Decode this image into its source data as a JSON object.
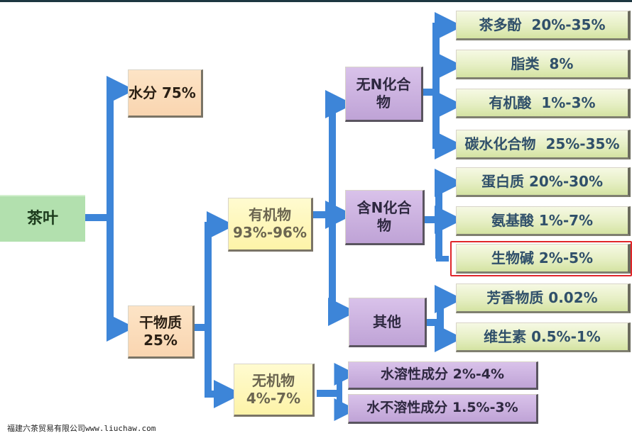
{
  "diagram": {
    "root": {
      "label": "茶叶"
    },
    "level1": {
      "water": {
        "label": "水分 75%"
      },
      "dry": {
        "label_line1": "干物质",
        "label_line2": "25%"
      }
    },
    "level2": {
      "organic": {
        "label_line1": "有机物",
        "label_line2": "93%-96%"
      },
      "inorganic": {
        "label_line1": "无机物",
        "label_line2": "4%-7%"
      }
    },
    "level3": {
      "non_n": {
        "label_line1": "无N化合",
        "label_line2": "物"
      },
      "n": {
        "label_line1": "含N化合",
        "label_line2": "物"
      },
      "other": {
        "label": "其他"
      }
    },
    "leaves": {
      "non_n": [
        {
          "label": "茶多酚  20%-35%"
        },
        {
          "label": "脂类  8%"
        },
        {
          "label": "有机酸  1%-3%"
        },
        {
          "label": "碳水化合物  25%-35%"
        }
      ],
      "n": [
        {
          "label": "蛋白质 20%-30%"
        },
        {
          "label": "氨基酸 1%-7%"
        },
        {
          "label": "生物碱 2%-5%",
          "highlighted": true
        }
      ],
      "other": [
        {
          "label": "芳香物质 0.02%"
        },
        {
          "label": "维生素 0.5%-1%"
        }
      ],
      "inorganic": [
        {
          "label": "水溶性成分 2%-4%"
        },
        {
          "label": "水不溶性成分 1.5%-3%"
        }
      ]
    },
    "colors": {
      "connector": "#3d85d8",
      "highlight_border": "#e0262a",
      "root_fill": "#b2e0ae",
      "peach_fill": "#fbdcbc",
      "yellow_fill": "#fdf6b8",
      "purple_fill": "#cbb2e0",
      "leaf_fill": "#e6efc4"
    }
  },
  "watermark": "福建六茶贸易有限公司www.liuchaw.com"
}
